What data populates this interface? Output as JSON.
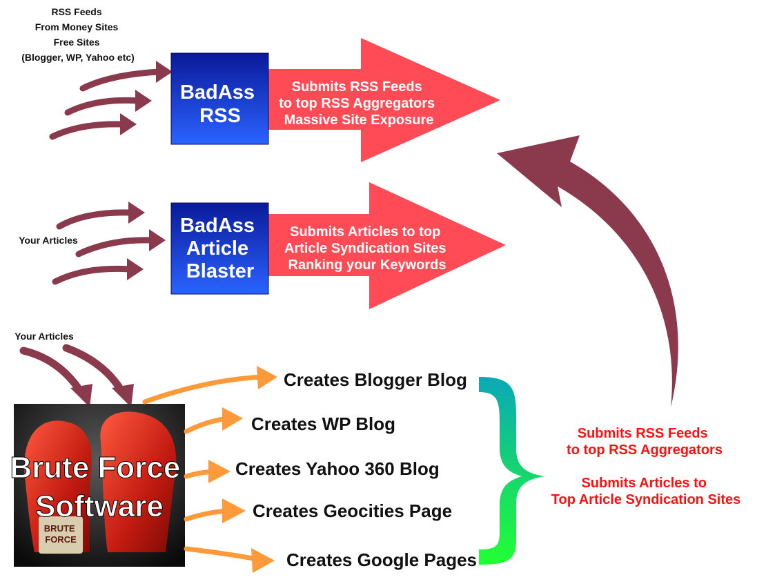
{
  "rss_block": {
    "sources_label": [
      "RSS Feeds",
      "From Money Sites",
      "Free Sites",
      "(Blogger, WP, Yahoo etc)"
    ],
    "box_label": [
      "BadAss",
      "RSS"
    ],
    "arrow_text": [
      "Submits RSS Feeds",
      "to top RSS Aggregators",
      "Massive Site Exposure"
    ]
  },
  "article_block": {
    "sources_label": "Your Articles",
    "box_label": [
      "BadAss",
      "Article",
      "Blaster"
    ],
    "arrow_text": [
      "Submits Articles to top",
      "Article Syndication Sites",
      "Ranking your Keywords"
    ]
  },
  "brute_force": {
    "sources_label": "Your Articles",
    "box_label": [
      "Brute Force",
      "Software"
    ],
    "glove_text": [
      "BRUTE",
      "FORCE"
    ],
    "outputs": [
      "Creates Blogger Blog",
      "Creates WP Blog",
      "Creates Yahoo 360 Blog",
      "Creates Geocities Page",
      "Creates Google Pages"
    ],
    "summary": [
      "Submits RSS Feeds",
      "to top RSS Aggregators",
      "Submits Articles to",
      "Top Article Syndication Sites"
    ]
  },
  "colors": {
    "feed_arrow": "#8b3a4e",
    "big_arrow": "#ff4b55",
    "box_blue": "#1a3fd0",
    "orange_arrow": "#ff9a3a",
    "brace_top": "#0aa8b8",
    "brace_bottom": "#22ff33",
    "note_red": "#ff1010"
  }
}
